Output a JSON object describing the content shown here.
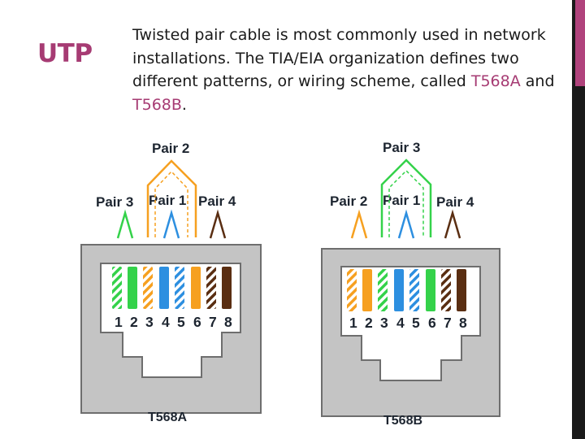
{
  "slide": {
    "title": "UTP",
    "description": {
      "text_before": "Twisted pair cable is most commonly used in network installations. The TIA/EIA organization defines two different patterns, or wiring scheme, called ",
      "standard_a": "T568A",
      "text_middle": " and ",
      "standard_b": "T568B",
      "text_after": "."
    },
    "colors": {
      "accent": "#a63b73",
      "side_bar": "#1a1a1a",
      "side_accent": "#b0437c"
    }
  },
  "diagram": {
    "jacks": [
      {
        "name": "T568A",
        "top_pair": "Pair 2",
        "left_pair": "Pair 3",
        "middle_pair": "Pair 1",
        "right_pair": "Pair 4",
        "pins": [
          "1",
          "2",
          "3",
          "4",
          "5",
          "6",
          "7",
          "8"
        ],
        "wires": [
          "green-white",
          "green",
          "orange-white",
          "blue",
          "blue-white",
          "orange",
          "brown-white",
          "brown"
        ]
      },
      {
        "name": "T568B",
        "top_pair": "Pair 3",
        "left_pair": "Pair 2",
        "middle_pair": "Pair 1",
        "right_pair": "Pair 4",
        "pins": [
          "1",
          "2",
          "3",
          "4",
          "5",
          "6",
          "7",
          "8"
        ],
        "wires": [
          "orange-white",
          "orange",
          "green-white",
          "blue",
          "blue-white",
          "green",
          "brown-white",
          "brown"
        ]
      }
    ],
    "wire_colors": {
      "orange": "#f6a020",
      "green": "#34d24a",
      "blue": "#2d8fe0",
      "brown": "#5a2e12",
      "white": "#ffffff"
    }
  }
}
